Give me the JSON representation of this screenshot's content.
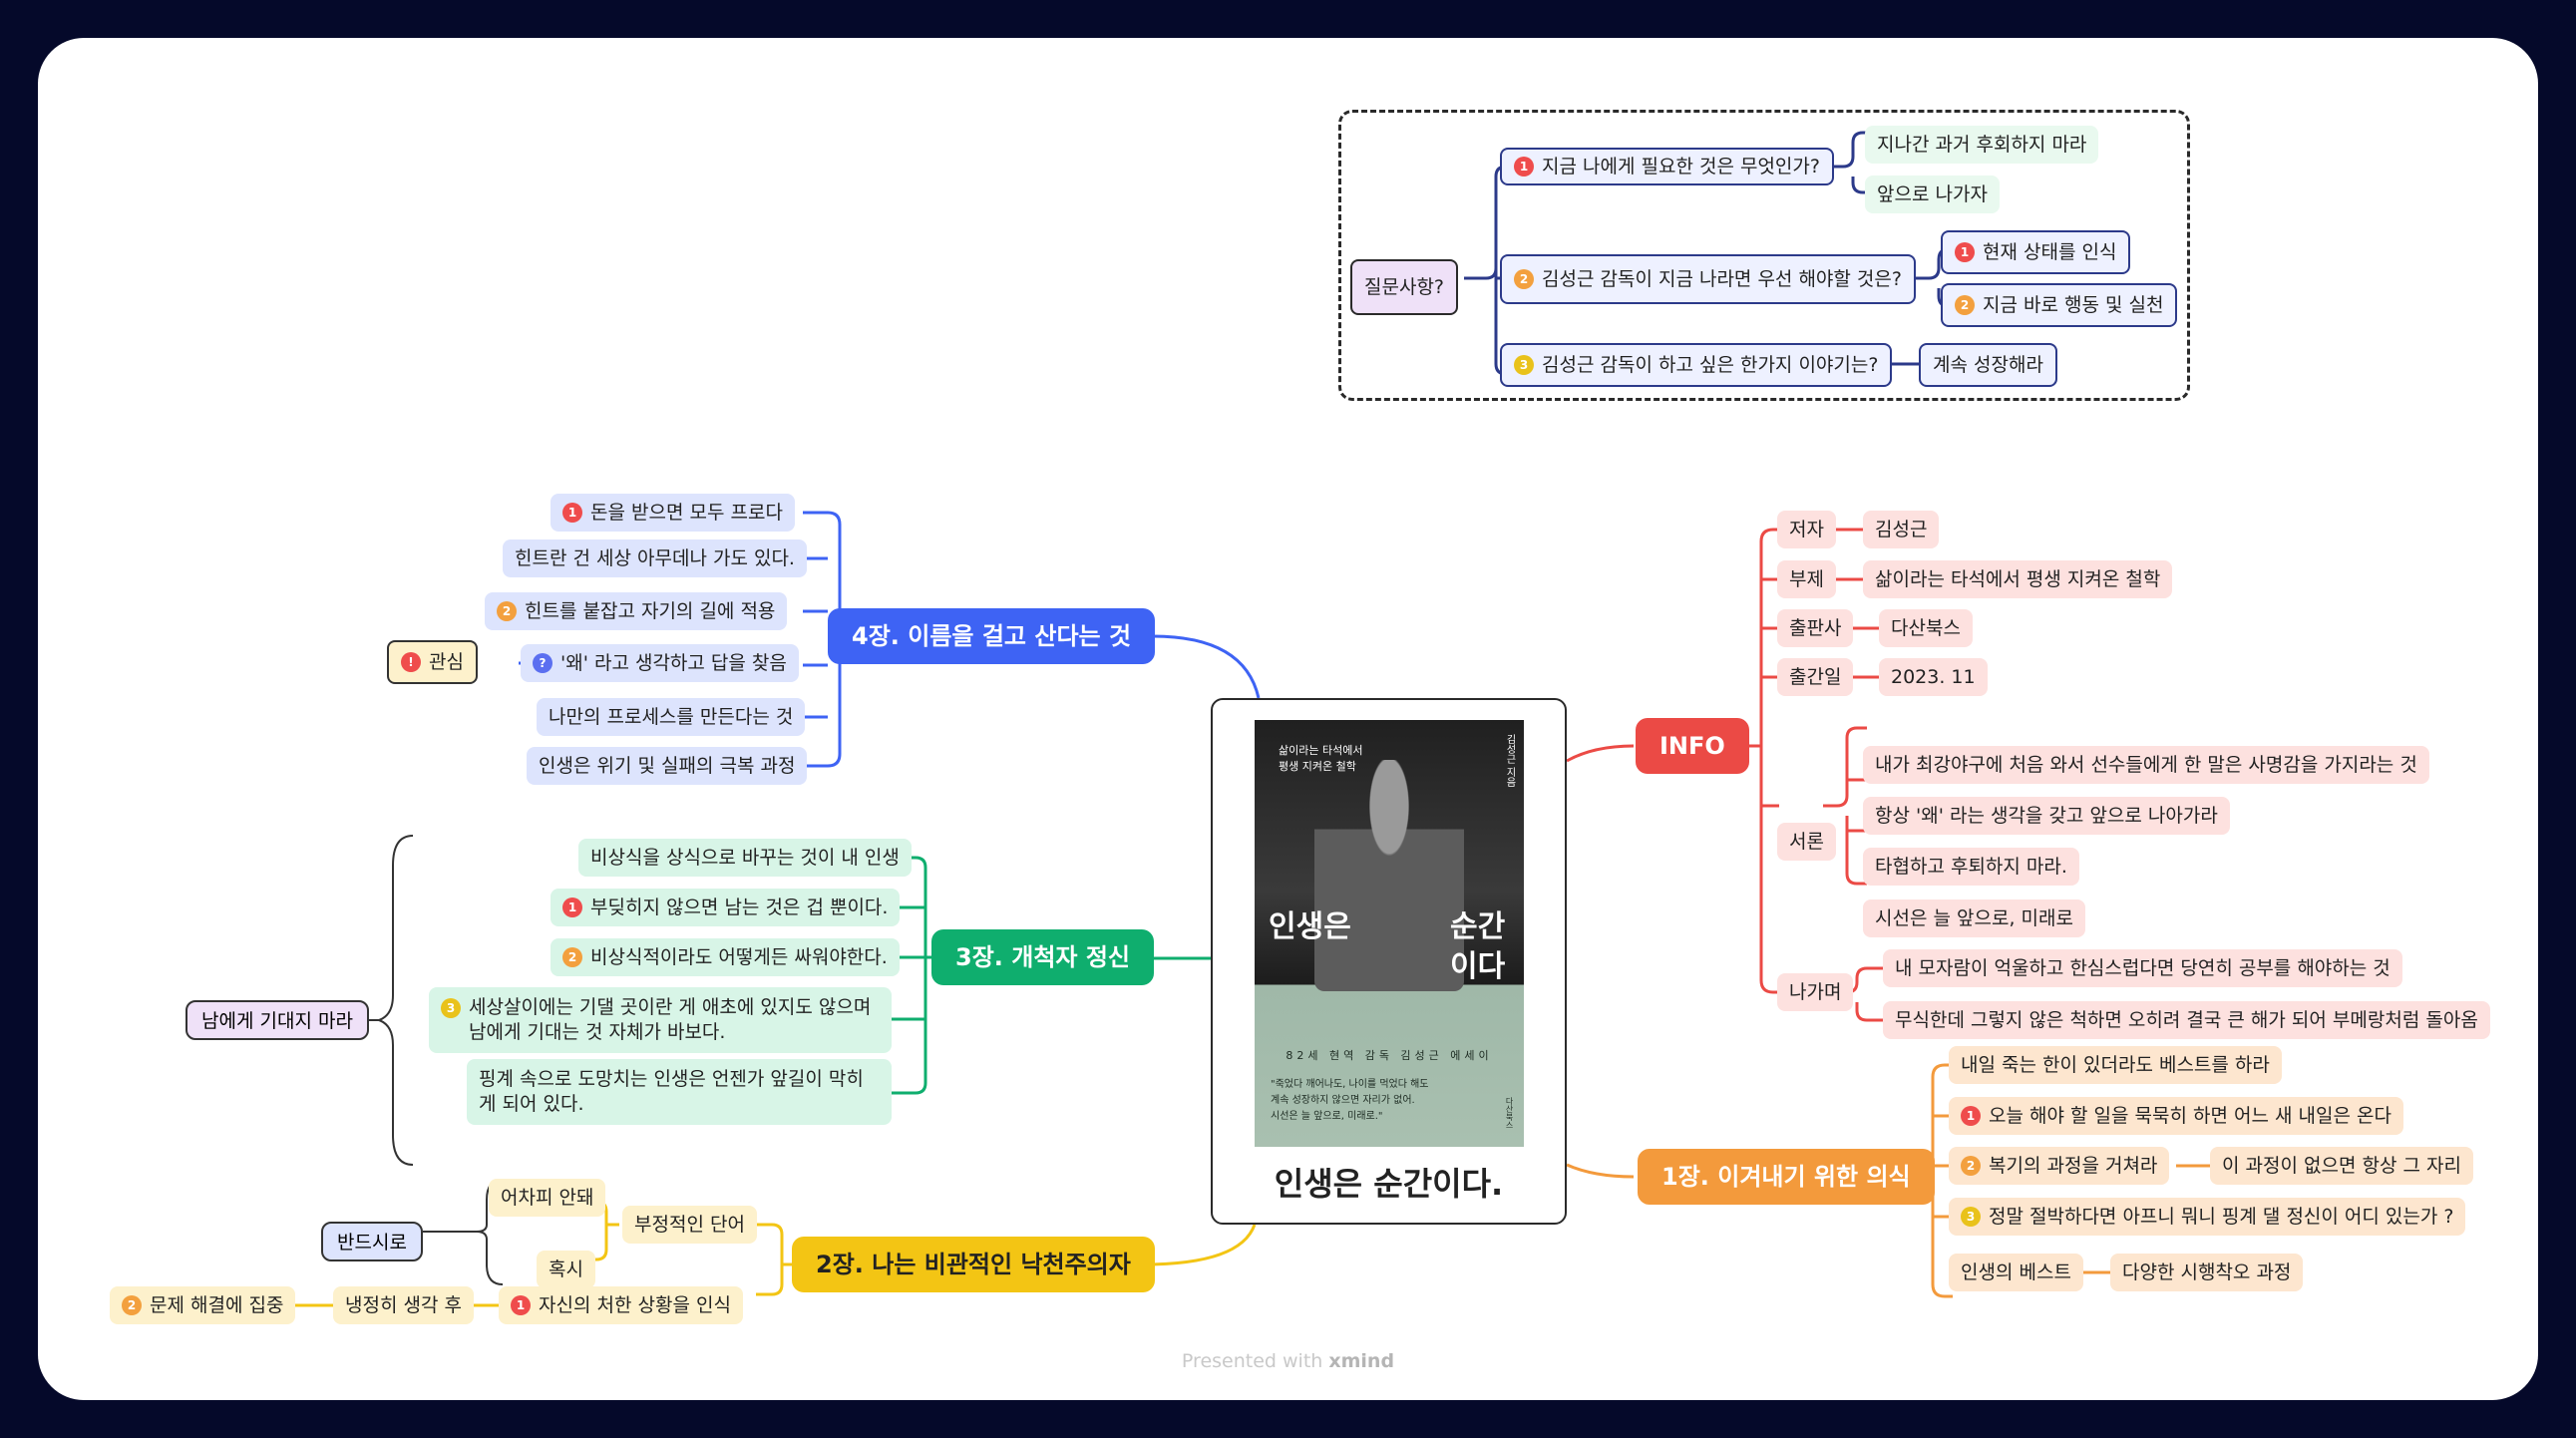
{
  "center": {
    "title": "인생은 순간이다.",
    "cover": {
      "subtitle_line1": "삶이라는 타석에서",
      "subtitle_line2": "평생 지켜온 철학",
      "title_left": "인생은",
      "title_right_1": "순간",
      "title_right_2": "이다",
      "author_vertical": "김성근 지음",
      "strap": "82세 현역 감독 김성근 에세이",
      "quote_1": "\"죽었다 깨어나도, 나이를 먹었다 해도",
      "quote_2": "계속 성장하지 않으면 자리가 없어.",
      "quote_3": "시선은 늘 앞으로, 미래로.\"",
      "publisher_mark": "다산북스"
    }
  },
  "questions": {
    "root": "질문사항?",
    "q1": "지금 나에게 필요한 것은 무엇인가?",
    "q1_a1": "지나간 과거 후회하지 마라",
    "q1_a2": "앞으로 나가자",
    "q2": "김성근 감독이 지금 나라면 우선 해야할 것은?",
    "q2_a1": "현재 상태를 인식",
    "q2_a2": "지금 바로 행동 및 실천",
    "q3": "김성근 감독이 하고 싶은 한가지 이야기는?",
    "q3_a1": "계속 성장해라"
  },
  "ch4": {
    "title": "4장. 이름을 걸고 산다는 것",
    "items": [
      "돈을 받으면 모두 프로다",
      "힌트란 건 세상 아무데나 가도 있다.",
      "힌트를 붙잡고 자기의 길에 적용",
      "'왜' 라고 생각하고 답을 찾음",
      "나만의 프로세스를 만든다는 것",
      "인생은 위기 및 실패의 극복 과정"
    ],
    "side": "관심"
  },
  "ch3": {
    "title": "3장. 개척자 정신",
    "items": [
      "비상식을 상식으로 바꾸는 것이 내 인생",
      "부딪히지 않으면 남는 것은 겁 뿐이다.",
      "비상식적이라도 어떻게든 싸워야한다.",
      "세상살이에는 기댈 곳이란 게 애초에 있지도 않으며 남에게 기대는 것 자체가 바보다.",
      "핑계 속으로 도망치는 인생은 언젠가 앞길이 막히게 되어 있다."
    ],
    "summary": "남에게 기대지 마라"
  },
  "ch2": {
    "title": "2장. 나는 비관적인 낙천주의자",
    "negative": "부정적인 단어",
    "neg_1": "어차피 안돼",
    "neg_2": "혹시",
    "neg_summary": "반드시로",
    "aware": "자신의 처한 상황을 인식",
    "calm": "냉정히 생각 후",
    "focus": "문제 해결에 집중"
  },
  "info": {
    "title": "INFO",
    "author_label": "저자",
    "author": "김성근",
    "subtitle_label": "부제",
    "subtitle": "삶이라는 타석에서 평생 지켜온 철학",
    "publisher_label": "출판사",
    "publisher": "다산북스",
    "date_label": "출간일",
    "date": "2023. 11",
    "preface_label": "서론",
    "preface": [
      "내가 최강야구에 처음 와서 선수들에게 한 말은 사명감을 가지라는 것",
      "항상 '왜' 라는 생각을 갖고 앞으로 나아가라",
      "타협하고 후퇴하지 마라.",
      "시선은 늘 앞으로, 미래로"
    ],
    "ending_label": "나가며",
    "ending": [
      "내 모자람이 억울하고 한심스럽다면 당연히 공부를 해야하는 것",
      "무식한데 그렇지 않은 척하면 오히려 결국 큰 해가 되어 부메랑처럼 돌아옴"
    ]
  },
  "ch1": {
    "title": "1장. 이겨내기 위한 의식",
    "i1": "내일 죽는 한이 있더라도 베스트를 하라",
    "i2": "오늘 해야 할 일을 묵묵히 하면 어느 새 내일은 온다",
    "i3": "복기의 과정을 거쳐라",
    "i3_a": "이 과정이 없으면 항상 그 자리",
    "i4": "정말 절박하다면 아프니 뭐니 핑계 댈 정신이 어디 있는가 ?",
    "i5": "인생의 베스트",
    "i5_a": "다양한 시행착오 과정"
  },
  "footer": {
    "prefix": "Presented with",
    "brand": "xmind"
  },
  "colors": {
    "ch4": "#3e63f4",
    "ch3": "#0fae6e",
    "ch2": "#f3c514",
    "info": "#eb4a45",
    "ch1": "#f39a3c"
  }
}
